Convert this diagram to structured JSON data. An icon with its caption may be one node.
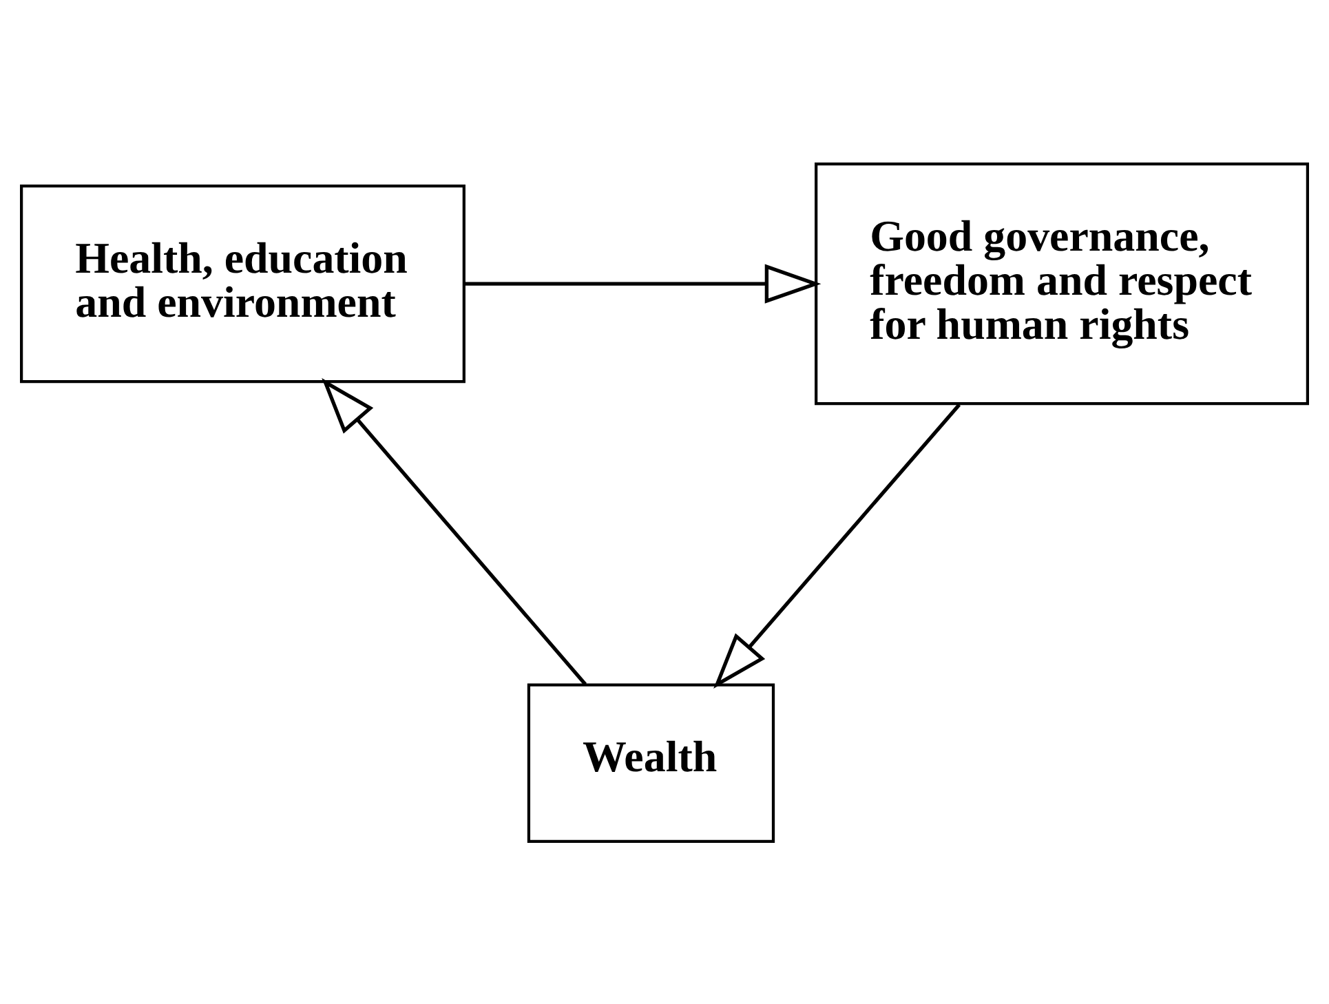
{
  "diagram": {
    "nodes": [
      {
        "text": [
          "Health, education and environment"
        ]
      },
      {
        "text": [
          "Good governance, freedom and respect for human rights"
        ]
      },
      {
        "text": [
          "Wealth"
        ]
      }
    ],
    "edges": [
      {
        "from": 0,
        "to": 1,
        "arrow": "to"
      },
      {
        "from": 1,
        "to": 2,
        "arrow": "to"
      },
      {
        "from": 2,
        "to": 0,
        "arrow": "to"
      }
    ]
  }
}
